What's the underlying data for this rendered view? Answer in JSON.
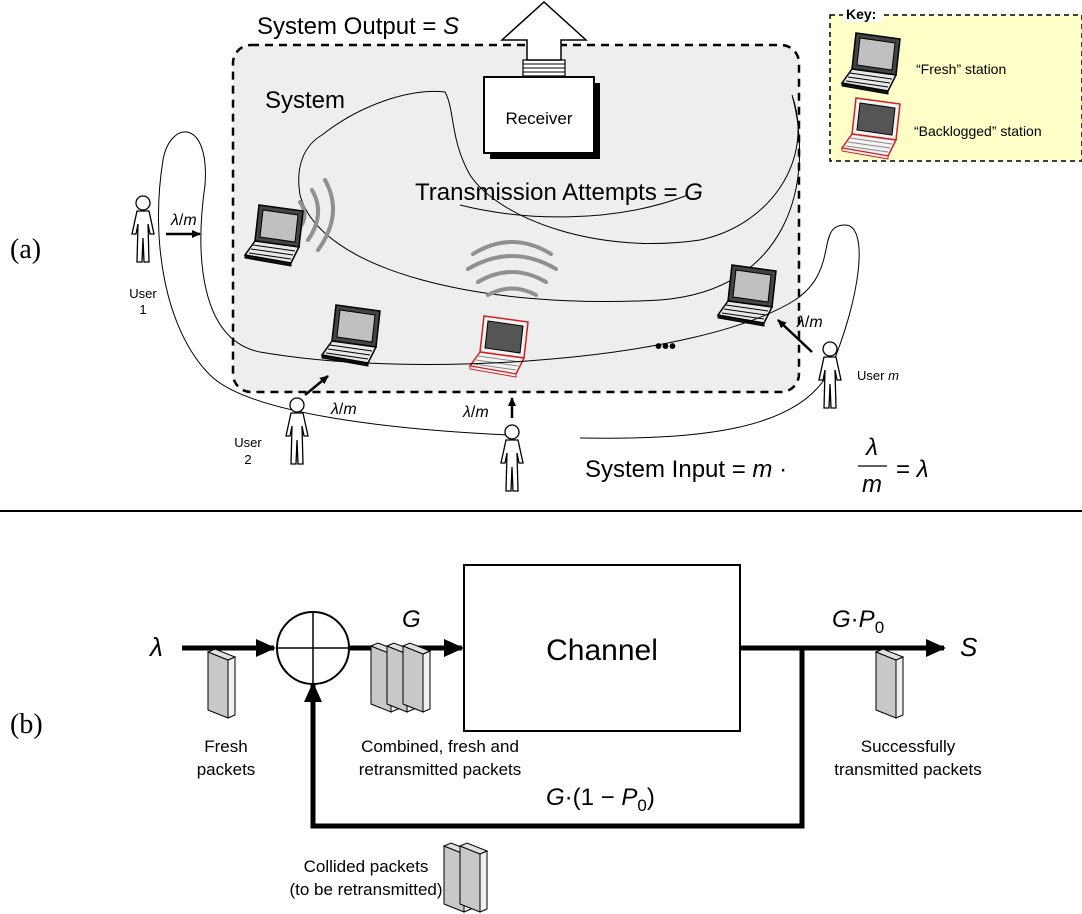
{
  "panel_a": {
    "label": "(a)",
    "system_output": {
      "text": "System Output = ",
      "symbol": "S"
    },
    "system_label": "System",
    "receiver_label": "Receiver",
    "transmission_attempts": {
      "text": "Transmission Attempts = ",
      "symbol": "G"
    },
    "key": {
      "title": "Key:",
      "fresh": "“Fresh” station",
      "backlogged": "“Backlogged” station"
    },
    "users": {
      "user1": {
        "line1": "User",
        "line2": "1"
      },
      "user2": {
        "line1": "User",
        "line2": "2"
      },
      "userm": {
        "text": "User ",
        "symbol": "m"
      }
    },
    "rate": {
      "lambda": "λ",
      "slash": "/",
      "m": "m"
    },
    "ellipsis": "•••",
    "system_input": {
      "text": "System Input = ",
      "m": "m",
      "dot": " ·",
      "frac_num": "λ",
      "frac_den": "m",
      "eq": "= ",
      "result": "λ"
    }
  },
  "panel_b": {
    "label": "(b)",
    "input_symbol": "λ",
    "G_label": "G",
    "channel_label": "Channel",
    "output_label": {
      "G": "G",
      "dot": "·",
      "P": "P",
      "sub": "0"
    },
    "S_label": "S",
    "feedback_label": {
      "G": "G",
      "open": "·(1 − ",
      "P": "P",
      "sub": "0",
      "close": ")"
    },
    "fresh_packets": [
      "Fresh",
      "packets"
    ],
    "combined_packets": [
      "Combined, fresh and",
      "retransmitted packets"
    ],
    "successful_packets": [
      "Successfully",
      "transmitted packets"
    ],
    "collided_packets": [
      "Collided packets",
      "(to be retransmitted)"
    ]
  },
  "colors": {
    "system_fill": "#eeeeee",
    "key_fill": "#ffffc8",
    "backlogged_outline": "#e03030",
    "packet_fill": "#c8c8c8"
  }
}
